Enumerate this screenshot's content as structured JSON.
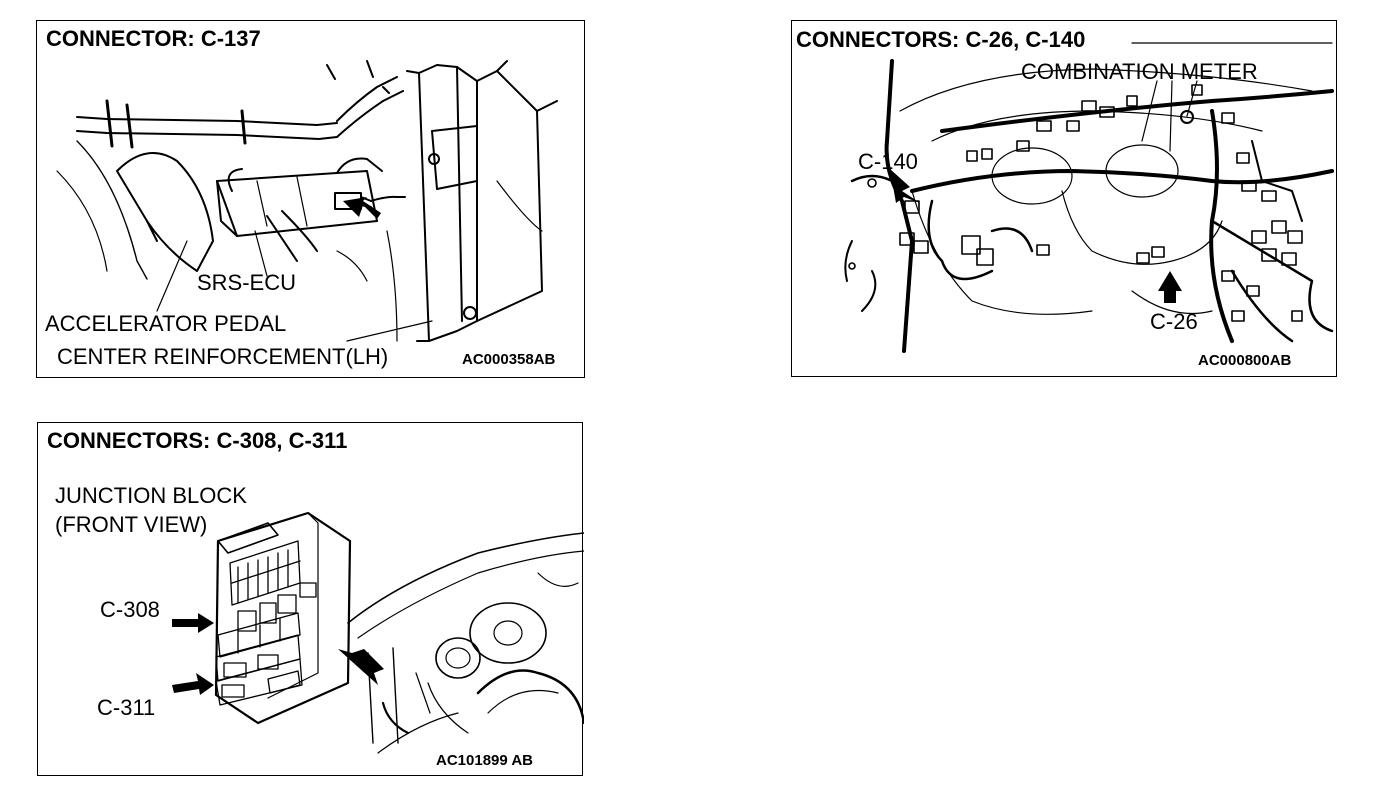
{
  "panels": {
    "c137": {
      "title": "CONNECTOR: C-137",
      "labels": {
        "srs_ecu": "SRS-ECU",
        "accelerator_pedal": "ACCELERATOR PEDAL",
        "center_reinforcement": "CENTER REINFORCEMENT(LH)"
      },
      "code": "AC000358AB"
    },
    "c26_c140": {
      "title": "CONNECTORS: C-26, C-140",
      "labels": {
        "combination_meter": "COMBINATION METER",
        "c140": "C-140",
        "c26": "C-26"
      },
      "code": "AC000800AB"
    },
    "c308_c311": {
      "title": "CONNECTORS: C-308, C-311",
      "labels": {
        "junction_block": "JUNCTION BLOCK",
        "front_view": "(FRONT VIEW)",
        "c308": "C-308",
        "c311": "C-311"
      },
      "code": "AC101899 AB"
    }
  }
}
